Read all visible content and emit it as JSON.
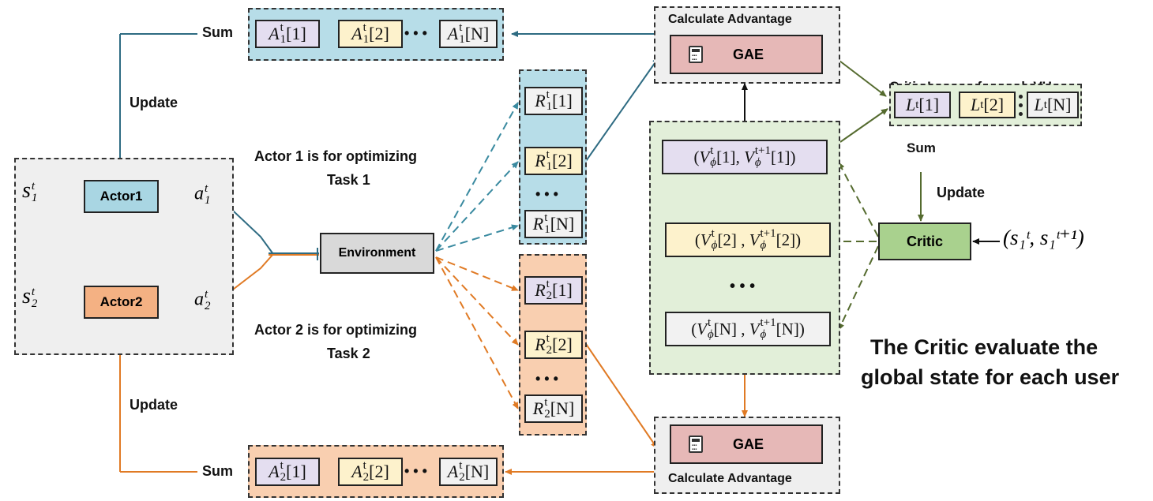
{
  "top_advantage": {
    "sum_label": "Sum",
    "items": [
      "A",
      "A",
      "A"
    ],
    "sub": "1",
    "sup": "t",
    "indices": [
      "[1]",
      "[2]",
      "[N]"
    ],
    "dots": "• • •"
  },
  "bottom_advantage": {
    "sum_label": "Sum",
    "sub": "2",
    "sup": "t",
    "indices": [
      "[1]",
      "[2]",
      "[N]"
    ],
    "dots": "• • •"
  },
  "update_top": "Update",
  "update_bottom": "Update",
  "actors": {
    "s1": {
      "base": "s",
      "sup": "t",
      "sub": "1"
    },
    "s2": {
      "base": "s",
      "sup": "t",
      "sub": "2"
    },
    "actor1_label": "Actor1",
    "actor2_label": "Actor2",
    "a1": {
      "base": "a",
      "sup": "t",
      "sub": "1"
    },
    "a2": {
      "base": "a",
      "sup": "t",
      "sub": "2"
    }
  },
  "environment_label": "Environment",
  "actor1_note_line1": "Actor 1 is for optimizing",
  "actor1_note_line2": "Task 1",
  "actor2_note_line1": "Actor 2 is for optimizing",
  "actor2_note_line2": "Task 2",
  "rewards": {
    "r1": [
      "[1]",
      "[2]",
      "[N]"
    ],
    "r2": [
      "[1]",
      "[2]",
      "[N]"
    ],
    "dots": "• • •"
  },
  "gae_top": {
    "title": "Calculate Advantage",
    "label": "GAE"
  },
  "gae_bottom": {
    "title": "Calculate Advantage",
    "label": "GAE"
  },
  "values": {
    "rows": [
      {
        "idx": "[1]",
        "next": "[1]"
      },
      {
        "idx": "[2]",
        "next": "[2]"
      },
      {
        "idx": "[N]",
        "next": "[N]"
      }
    ],
    "dots": "• • •"
  },
  "critic_losses": {
    "title": "Critic Losses for each VU",
    "indices": [
      "[1]",
      "[2]",
      "[N]"
    ]
  },
  "critic": {
    "sum_label": "Sum",
    "update_label": "Update",
    "label": "Critic",
    "input": "(s₁ᵗ, s₁ᵗ⁺¹)"
  },
  "critic_note_line1": "The Critic evaluate the",
  "critic_note_line2": "global state for each user",
  "colors": {
    "blue_arrow": "#2e6b82",
    "teal_dash": "#3a8aa0",
    "orange": "#e07a24",
    "green": "#556b2f",
    "actor1_fill": "#a9d6e3",
    "actor2_fill": "#f4b183",
    "critic_fill": "#a9d18e",
    "gae_fill": "#e6b8b7",
    "env_fill": "#d9d9d9"
  }
}
